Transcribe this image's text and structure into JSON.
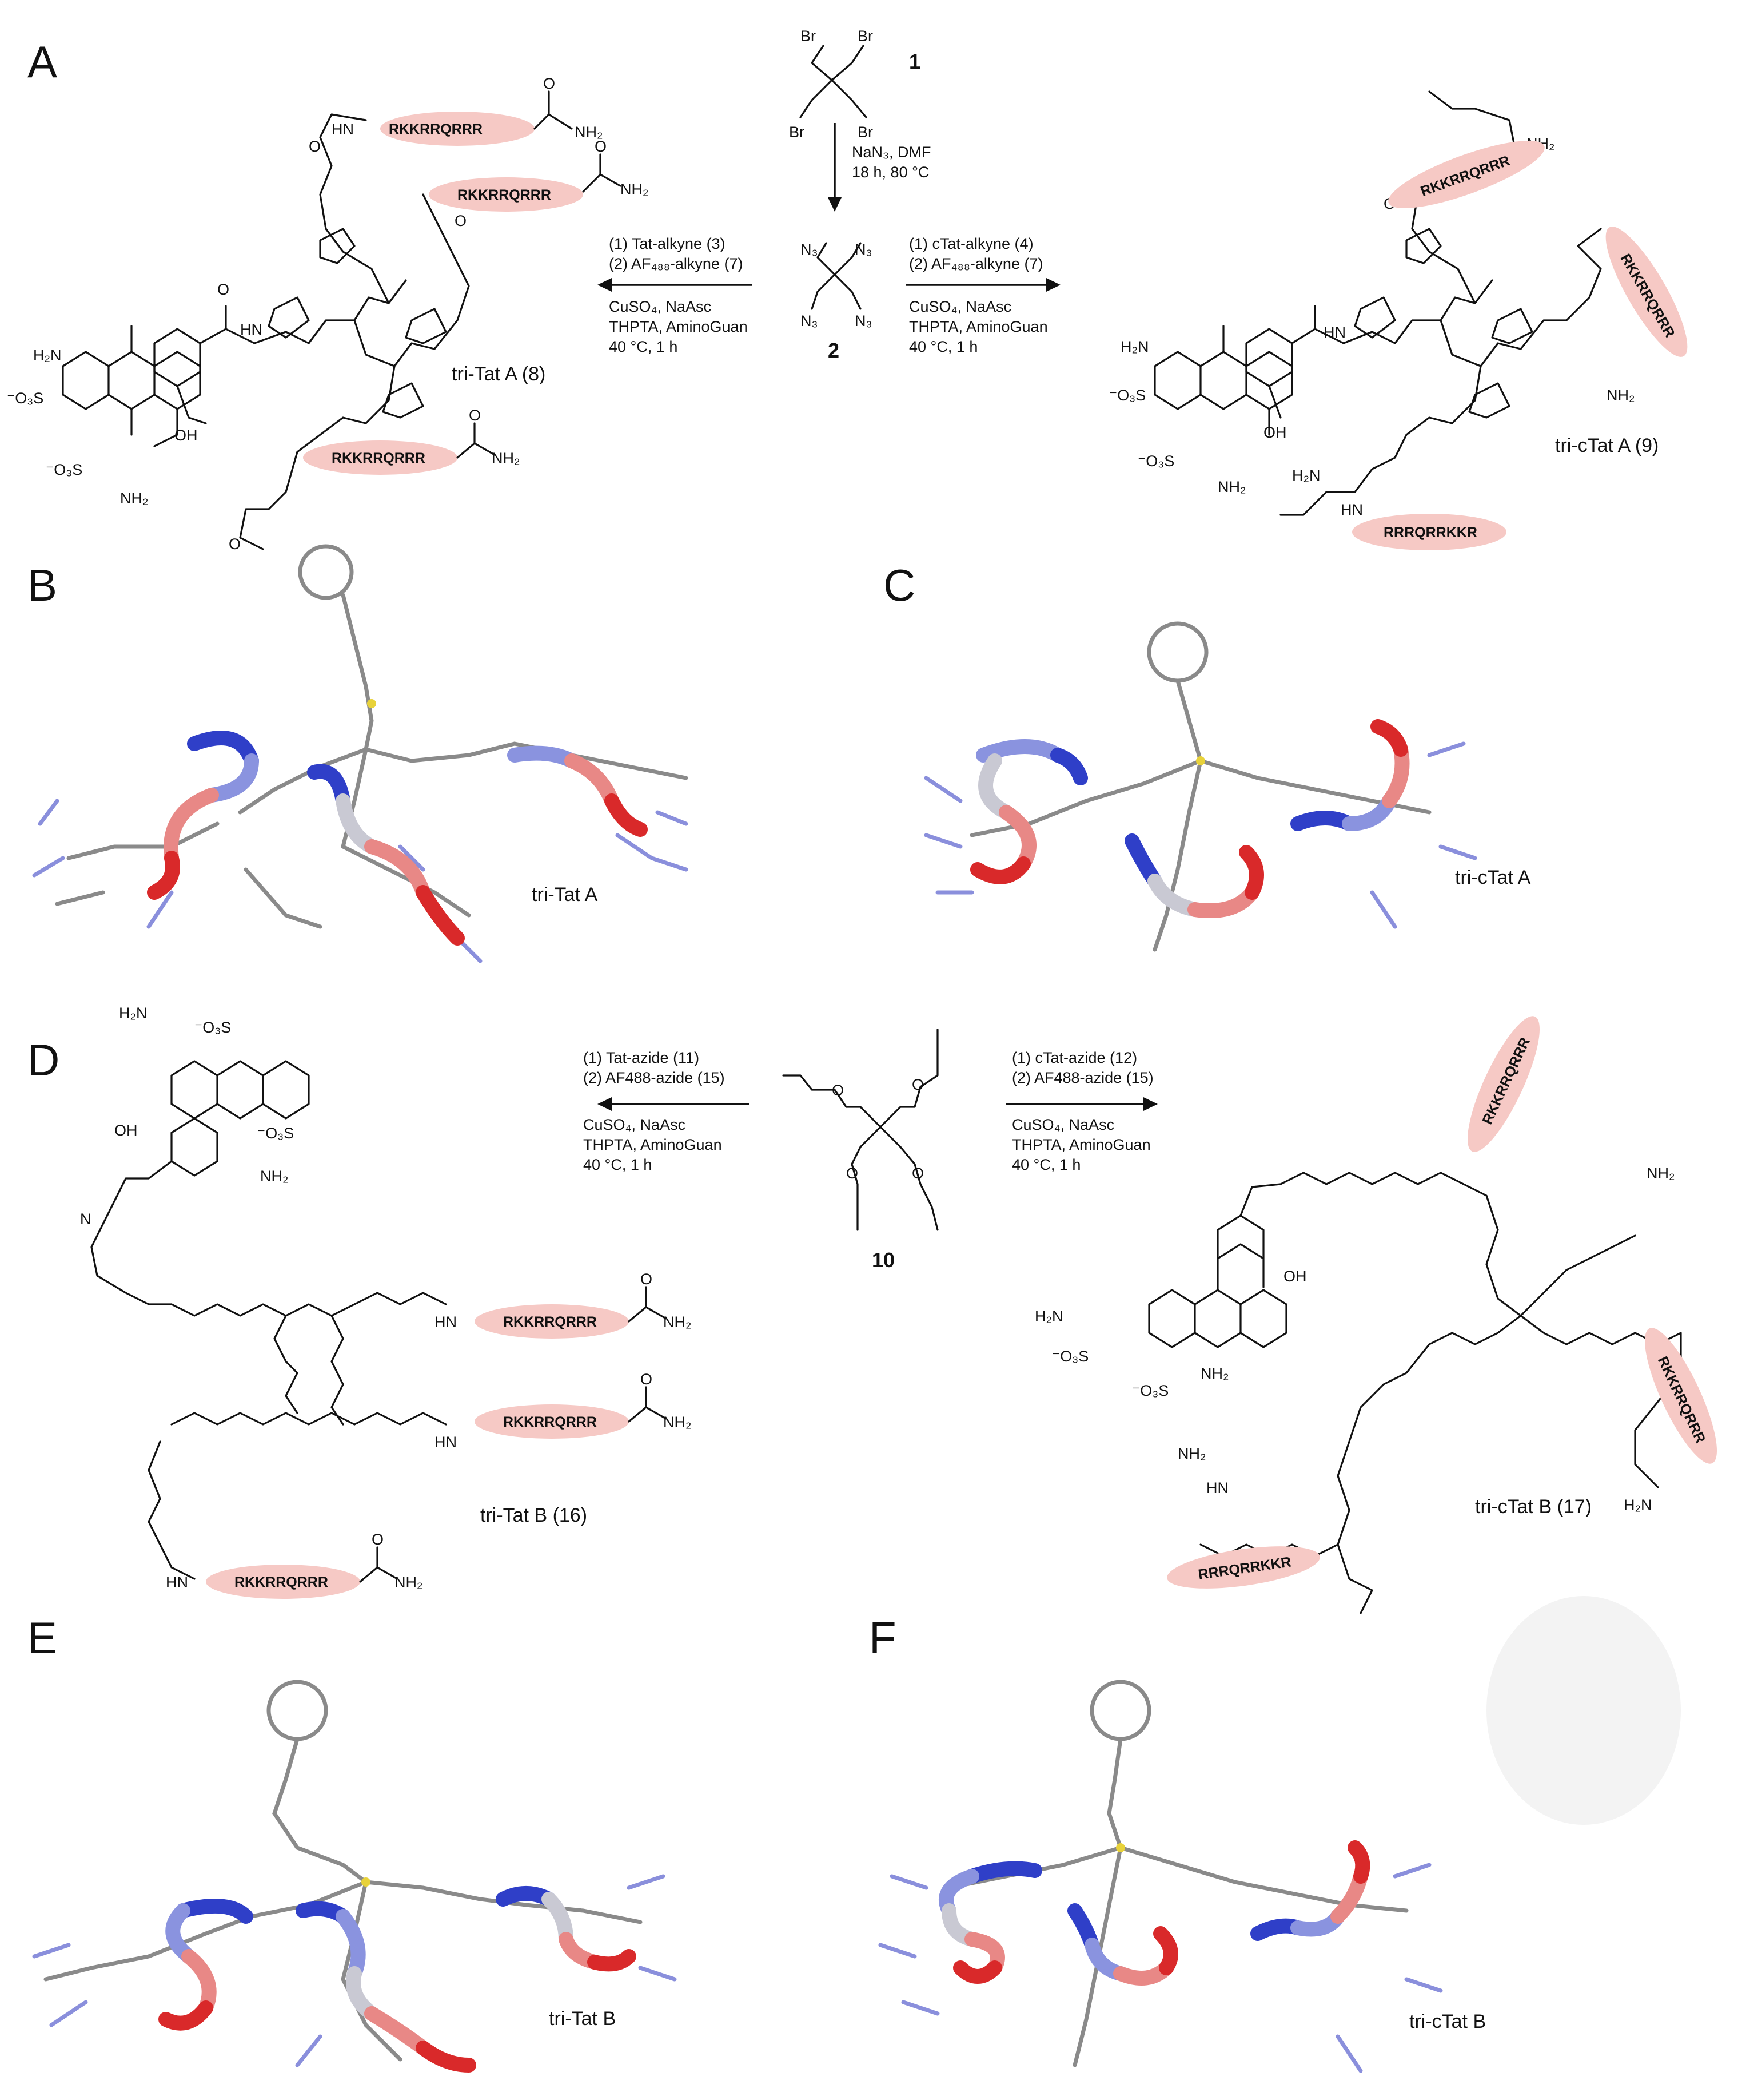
{
  "panels": {
    "A": {
      "letter": "A",
      "compound_1_label": "1",
      "compound_2_label": "2",
      "step1_conditions": [
        "NaN₃, DMF",
        "18 h, 80 °C"
      ],
      "left_conditions": [
        "(1) Tat-alkyne (3)",
        "(2) AF₄₈₈-alkyne (7)",
        "CuSO₄, NaAsc",
        "THPTA, AminoGuan",
        "40 °C, 1 h"
      ],
      "right_conditions": [
        "(1) cTat-alkyne (4)",
        "(2) AF₄₈₈-alkyne (7)",
        "CuSO₄, NaAsc",
        "THPTA, AminoGuan",
        "40 °C, 1 h"
      ],
      "left_product_label": "tri-Tat A (8)",
      "right_product_label": "tri-cTat A (9)",
      "peptide_seq": "RKKRRQRRR",
      "peptide_seq_rev": "RRRQRRKKR",
      "atoms": {
        "Br": "Br",
        "N3": "N₃",
        "NH2": "NH₂",
        "H2N": "H₂N",
        "HN": "HN",
        "NH": "NH",
        "O": "O",
        "OH": "OH",
        "SO3": "⁻O₃S",
        "N": "N"
      }
    },
    "B": {
      "letter": "B",
      "label": "tri-Tat A"
    },
    "C": {
      "letter": "C",
      "label": "tri-cTat A"
    },
    "D": {
      "letter": "D",
      "compound_10_label": "10",
      "left_conditions": [
        "(1) Tat-azide (11)",
        "(2) AF488-azide (15)",
        "CuSO₄, NaAsc",
        "THPTA, AminoGuan",
        "40 °C, 1 h"
      ],
      "right_conditions": [
        "(1) cTat-azide (12)",
        "(2) AF488-azide (15)",
        "CuSO₄, NaAsc",
        "THPTA, AminoGuan",
        "40 °C, 1 h"
      ],
      "left_product_label": "tri-Tat B (16)",
      "right_product_label": "tri-cTat B (17)"
    },
    "E": {
      "letter": "E",
      "label": "tri-Tat B"
    },
    "F": {
      "letter": "F",
      "label": "tri-cTat B"
    }
  },
  "colors": {
    "peptide_highlight": "#f6c9c5",
    "tube_blue": "#2f3fc8",
    "tube_light_blue": "#8a93df",
    "tube_red": "#d9292a",
    "tube_light_red": "#e88886",
    "atom_carbon": "#8a8a8a",
    "atom_nitrogen": "#8a8fdc",
    "atom_oxygen": "#e01818",
    "atom_sulfur": "#e8d23a"
  }
}
